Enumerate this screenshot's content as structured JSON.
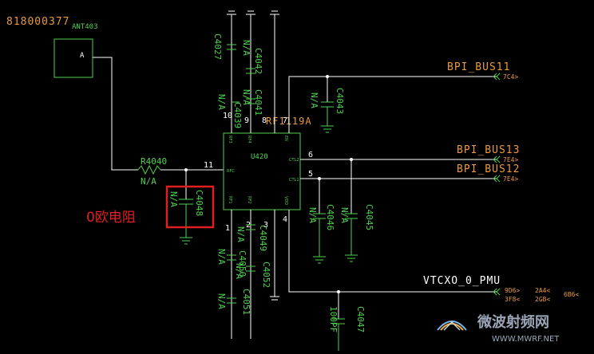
{
  "header": {
    "code": "818000377"
  },
  "antenna": {
    "ref": "ANT403",
    "pin": "A"
  },
  "chip": {
    "ref": "U420",
    "part": "RF1119A",
    "pins": {
      "p1": "1",
      "p2": "2",
      "p3": "3",
      "p4": "4",
      "p5": "5",
      "p6": "6",
      "p7": "7",
      "p8": "8",
      "p9": "9",
      "p10": "10",
      "p11": "11"
    },
    "pin_labels": {
      "rf3": "RF3",
      "rf4": "RF4",
      "en": "EN",
      "rfc": "RFC",
      "ctl2": "CTL2",
      "ctl1": "CTL1",
      "rf1": "RF1",
      "rf2": "RF2",
      "vdd": "VDD"
    }
  },
  "components": {
    "r4040": {
      "ref": "R4040",
      "value": "N/A"
    },
    "c4027": {
      "ref": "C4027"
    },
    "c4042": {
      "ref": "C4042",
      "value": "N/A"
    },
    "c4041": {
      "ref": "C4041",
      "value": "N/A"
    },
    "c4039": {
      "ref": "C4039",
      "value": "N/A"
    },
    "c4043": {
      "ref": "C4043",
      "value": "N/A"
    },
    "c4048": {
      "ref": "C4048",
      "value": "N/A"
    },
    "c4046": {
      "ref": "C4046",
      "value": "N/A"
    },
    "c4045": {
      "ref": "C4045",
      "value": "N/A"
    },
    "c4049": {
      "ref": "C4049",
      "value": "N/A"
    },
    "c4050": {
      "ref": "C4050",
      "value": "N/A"
    },
    "c4052": {
      "ref": "C4052",
      "value": "N/A"
    },
    "c4051": {
      "ref": "C4051",
      "value": "N/A"
    },
    "c4047": {
      "ref": "C4047",
      "value": "100PF"
    }
  },
  "nets": {
    "bpi11": {
      "name": "BPI_BUS11",
      "ref": "7C4>"
    },
    "bpi13": {
      "name": "BPI_BUS13",
      "ref": "7E4>"
    },
    "bpi12": {
      "name": "BPI_BUS12",
      "ref": "7E4>"
    },
    "vtcxo": {
      "name": "VTCXO_0_PMU",
      "ref1": "9D6>",
      "ref2": "2A4<",
      "ref3": "3F8<",
      "ref4": "2GB<",
      "ref5": "6B6<"
    }
  },
  "annotation": {
    "text": "0欧电阻",
    "color": "#e02020"
  },
  "watermark": {
    "cn": "微波射频网",
    "url": "WWW.MWRF.NET"
  },
  "colors": {
    "background": "#000000",
    "wire": "#ffffff",
    "symbol": "#4fd14f",
    "net_label": "#e89a3c"
  }
}
